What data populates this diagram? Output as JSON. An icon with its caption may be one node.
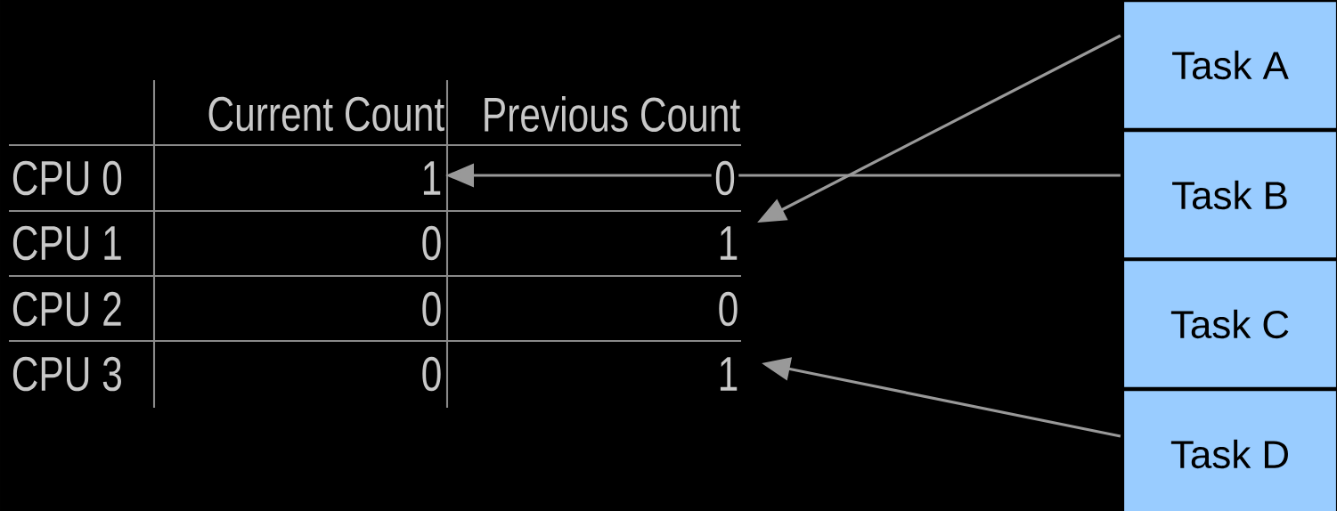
{
  "diagram": {
    "nodes": [
      {
        "text": [
          "1"
        ]
      },
      {
        "text": [
          "1"
        ]
      },
      {
        "text": [
          "1"
        ]
      },
      {
        "text": [
          "Task A"
        ]
      },
      {
        "text": [
          "Task B"
        ]
      },
      {
        "text": [
          "Task C"
        ]
      },
      {
        "text": [
          "Task D"
        ]
      }
    ],
    "edges": [
      {
        "from": 3,
        "to": 1,
        "arrow": "to"
      },
      {
        "from": 4,
        "to": 0,
        "arrow": "to"
      },
      {
        "from": 6,
        "to": 2,
        "arrow": "to"
      }
    ],
    "labels": [
      "Current Count",
      "Previous Count",
      "CPU 0",
      "0",
      "CPU 1",
      "0",
      "CPU 2",
      "0",
      "0",
      "CPU 3",
      "0"
    ]
  }
}
